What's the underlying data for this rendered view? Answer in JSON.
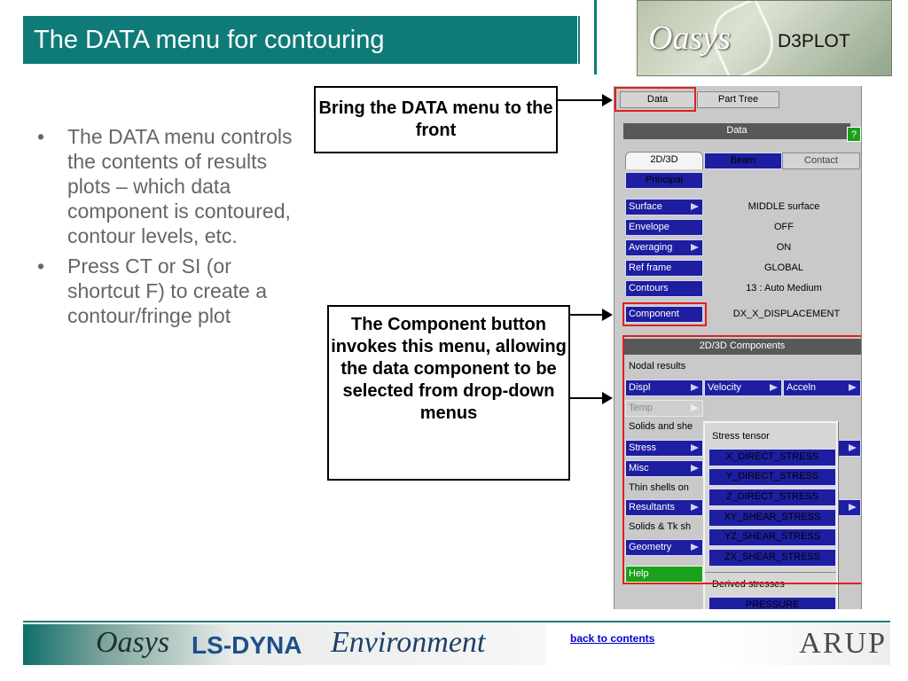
{
  "slide": {
    "title": "The DATA menu for contouring",
    "bullets": [
      "The DATA menu controls the contents of results plots – which data component is contoured, contour levels, etc.",
      "Press CT or SI (or shortcut F) to create a contour/fringe plot"
    ],
    "callouts": {
      "data_menu": "Bring the DATA menu to the front",
      "component": "The Component button invokes this menu, allowing the data component to be selected from drop-down menus"
    },
    "logo": {
      "brand": "Oasys",
      "product": "D3PLOT"
    },
    "footer": {
      "brand": "Oasys",
      "product": "LS-DYNA",
      "environment": "Environment",
      "back_link": "back to contents",
      "company": "ARUP"
    }
  },
  "app": {
    "top_tabs": [
      "Data",
      "Part Tree"
    ],
    "panel_title": "Data",
    "help_icon": "?",
    "sub_tabs": [
      "2D/3D",
      "Beam",
      "Contact"
    ],
    "principal": "Principal",
    "settings": [
      {
        "label": "Surface",
        "value": "MIDDLE surface",
        "submenu": true
      },
      {
        "label": "Envelope",
        "value": "OFF",
        "submenu": false
      },
      {
        "label": "Averaging",
        "value": "ON",
        "submenu": true
      },
      {
        "label": "Ref frame",
        "value": "GLOBAL",
        "submenu": false
      },
      {
        "label": "Contours",
        "value": "13 : Auto Medium",
        "submenu": false
      }
    ],
    "component": {
      "label": "Component",
      "value": "DX_X_DISPLACEMENT"
    },
    "components_panel": {
      "title": "2D/3D Components",
      "nodal_label": "Nodal results",
      "nodal_buttons": [
        "Displ",
        "Velocity",
        "Acceln"
      ],
      "temp": "Temp",
      "solids_shells_label": "Solids and she",
      "stress": "Stress",
      "misc": "Misc",
      "thin_shells_label": "Thin shells on",
      "resultants": "Resultants",
      "solids_tk_label": "Solids & Tk sh",
      "geometry": "Geometry",
      "help": "Help"
    },
    "stress_dropdown": {
      "header": "Stress tensor",
      "items": [
        "X_DIRECT_STRESS",
        "Y_DIRECT_STRESS",
        "Z_DIRECT_STRESS",
        "XY_SHEAR_STRESS",
        "YZ_SHEAR_STRESS",
        "ZX_SHEAR_STRESS"
      ],
      "derived_header": "Derived stresses",
      "derived_items": [
        "PRESSURE"
      ]
    },
    "colors": {
      "teal": "#0f7b78",
      "blue_button": "#1e1ea0",
      "help_green": "#1aa01a",
      "highlight_red": "#e21f1f"
    }
  }
}
